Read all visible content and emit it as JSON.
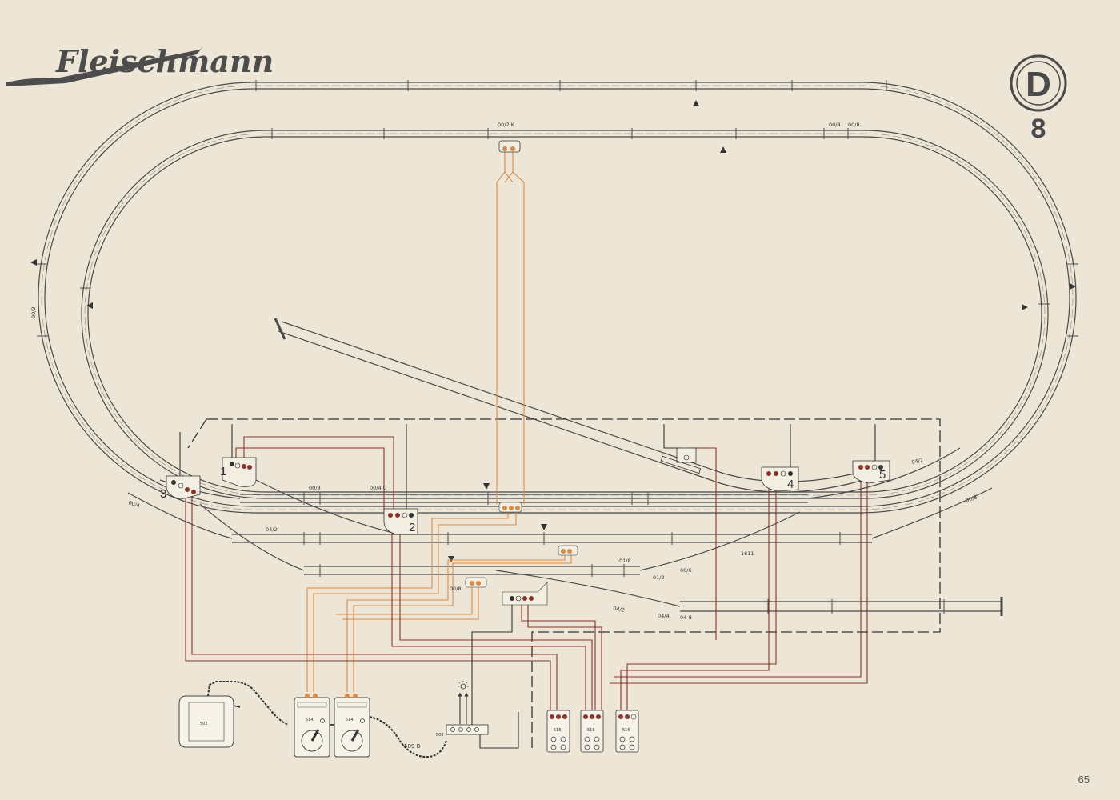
{
  "brand": {
    "logo_text": "Fleischmann"
  },
  "plan_badge": {
    "letter": "D",
    "number": "8"
  },
  "page_number": "65",
  "track_labels": {
    "top_00_2k": "00/2 K",
    "top_00_4": "00/4",
    "top_00_8": "00/8",
    "left_00_2": "00/2",
    "mid_00_8": "00/8",
    "mid_00_4u": "00/4 U",
    "mid_04_2": "04/2",
    "left_00_4": "00/4",
    "right_04_2": "04/2",
    "right_00_8": "00/8",
    "code_1611": "1611",
    "low_01_8": "01/8",
    "low_01_2": "01/2",
    "low_00_6": "00/6",
    "low_00_8": "00/8",
    "bottom_04_2": "04/2",
    "bottom_04_4": "04/4",
    "bottom_04_8": "04-8"
  },
  "switch_numbers": [
    "1",
    "2",
    "3",
    "4",
    "5"
  ],
  "devices": {
    "transformer": "502",
    "controller_a": "514",
    "controller_b": "514",
    "cable": "509 B",
    "distributor": "508",
    "switch_box_a": "516",
    "switch_box_b": "516",
    "switch_box_c": "516"
  },
  "colors": {
    "background": "#ede6d6",
    "track": "#4a4a4a",
    "wire_orange": "#d98b45",
    "wire_red": "#8a3328",
    "wire_black": "#333333"
  }
}
